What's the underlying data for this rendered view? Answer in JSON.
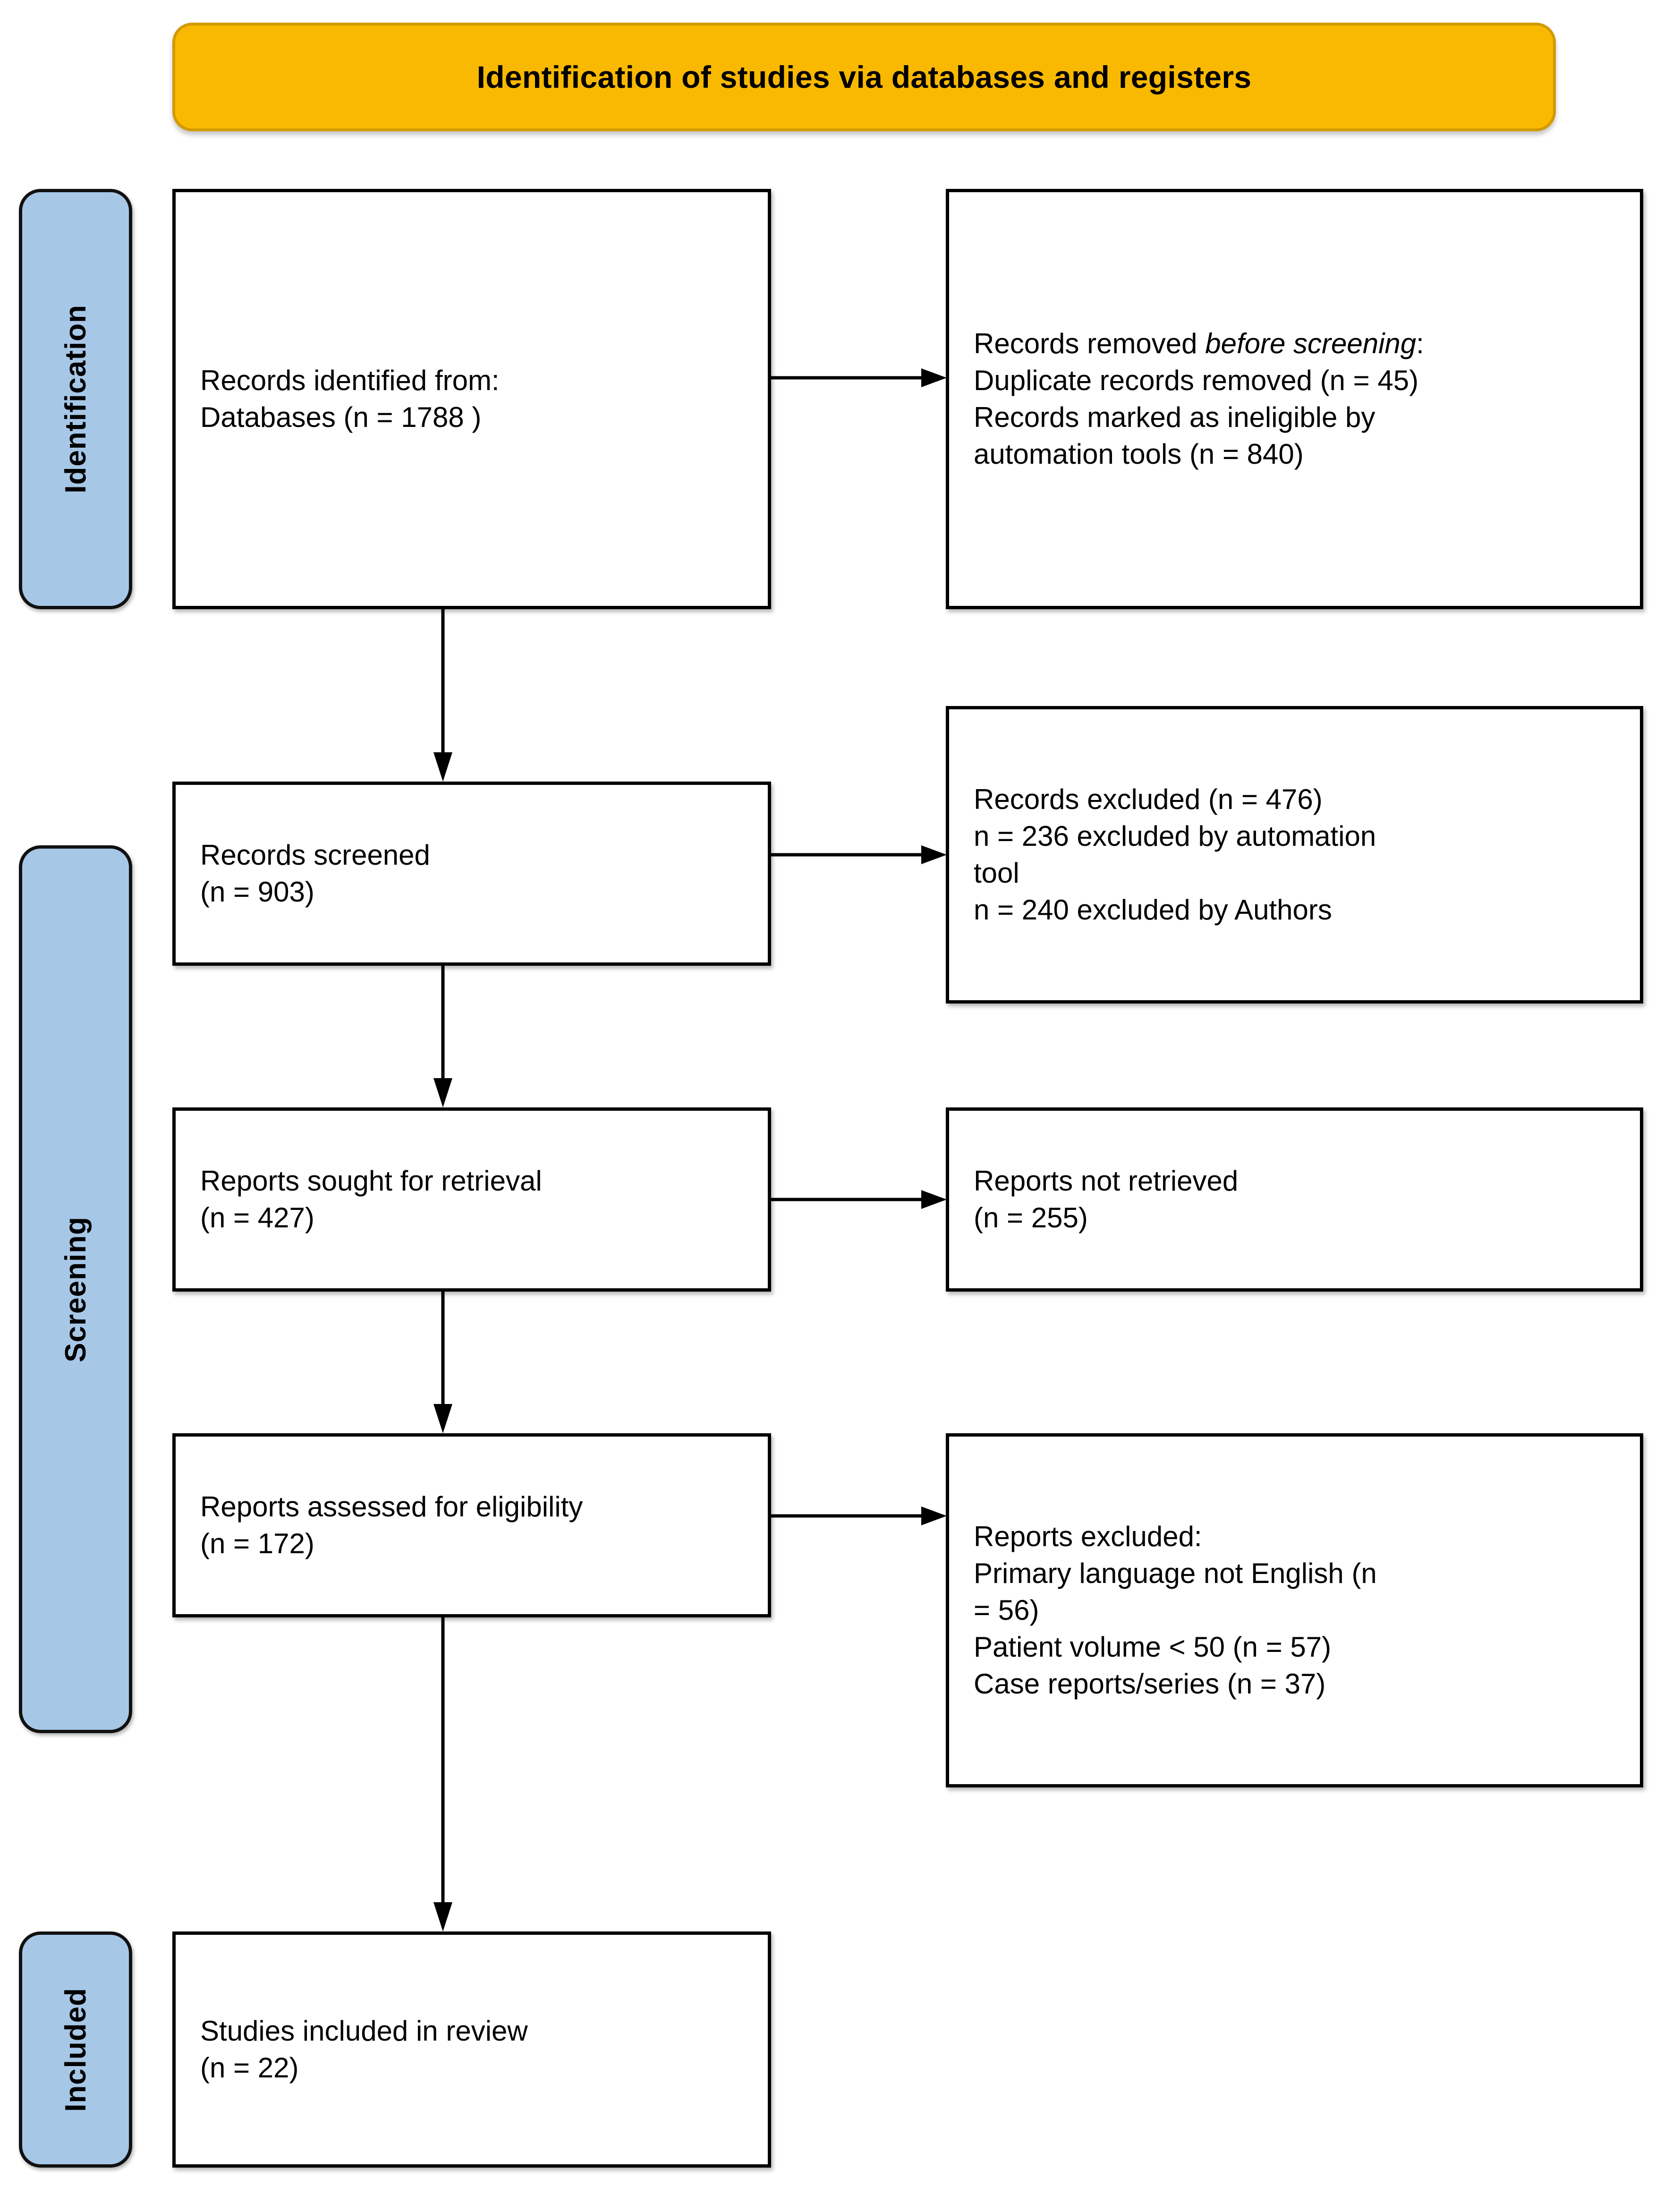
{
  "banner": {
    "title": "Identification of studies via databases and registers",
    "fill": "#F9B900",
    "border": "#D19A00"
  },
  "stages": {
    "fill": "#A7C7E7",
    "items": [
      {
        "key": "identification",
        "label": "Identification"
      },
      {
        "key": "screening",
        "label": "Screening"
      },
      {
        "key": "included",
        "label": "Included"
      }
    ]
  },
  "boxes": {
    "identified": {
      "line1": "Records identified from:",
      "line2": "Databases (n = 1788 )"
    },
    "removed": {
      "lead": "Records removed ",
      "lead_italic": "before screening",
      "lead_tail": ":",
      "line2": "Duplicate records removed (n = 45)",
      "line3": "Records marked as ineligible by",
      "line4": "automation tools (n = 840)"
    },
    "screened": {
      "line1": "Records screened",
      "line2": "(n = 903)"
    },
    "records_excluded": {
      "line1": "Records excluded (n = 476)",
      "line2": "n = 236 excluded by automation",
      "line3": "tool",
      "line4": "n = 240 excluded by Authors"
    },
    "sought": {
      "line1": "Reports sought for retrieval",
      "line2": "(n = 427)"
    },
    "not_retrieved": {
      "line1": "Reports not retrieved",
      "line2": "(n = 255)"
    },
    "assessed": {
      "line1": "Reports assessed for eligibility",
      "line2": "(n = 172)"
    },
    "reports_excluded": {
      "line1": "Reports excluded:",
      "line2": "Primary language not English (n",
      "line3": "= 56)",
      "line4": "Patient volume < 50 (n = 57)",
      "line5": "Case reports/series (n = 37)"
    },
    "included_studies": {
      "line1": "Studies included in review",
      "line2": "(n = 22)"
    }
  },
  "flow_data": {
    "type": "prisma-flow",
    "identified_databases": 1788,
    "duplicates_removed": 45,
    "ineligible_automation": 840,
    "records_screened": 903,
    "records_excluded_total": 476,
    "excluded_by_automation_tool": 236,
    "excluded_by_authors": 240,
    "reports_sought": 427,
    "reports_not_retrieved": 255,
    "reports_assessed": 172,
    "excluded_not_english": 56,
    "excluded_patient_volume_lt_50": 57,
    "excluded_case_reports_series": 37,
    "studies_included": 22
  }
}
